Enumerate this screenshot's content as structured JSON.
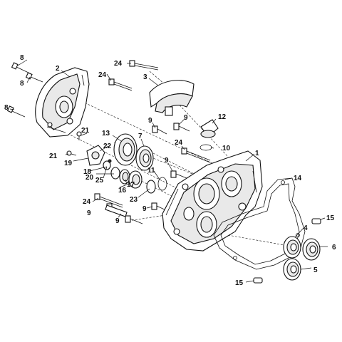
{
  "callouts": {
    "c1": "1",
    "c2": "2",
    "c3": "3",
    "c4": "4",
    "c5": "5",
    "c6": "6",
    "c7": "7",
    "c8a": "8",
    "c8b": "8",
    "c8c": "8",
    "c9a": "9",
    "c9b": "9",
    "c9c": "9",
    "c9d": "9",
    "c9e": "9",
    "c9f": "9",
    "c10": "10",
    "c11": "11",
    "c12": "12",
    "c13": "13",
    "c14": "14",
    "c15a": "15",
    "c15b": "15",
    "c16": "16",
    "c17": "17",
    "c18": "18",
    "c19": "19",
    "c20": "20",
    "c21a": "21",
    "c21b": "21",
    "c22": "22",
    "c23": "23",
    "c24a": "24",
    "c24b": "24",
    "c24c": "24",
    "c24d": "24",
    "c25": "25"
  }
}
